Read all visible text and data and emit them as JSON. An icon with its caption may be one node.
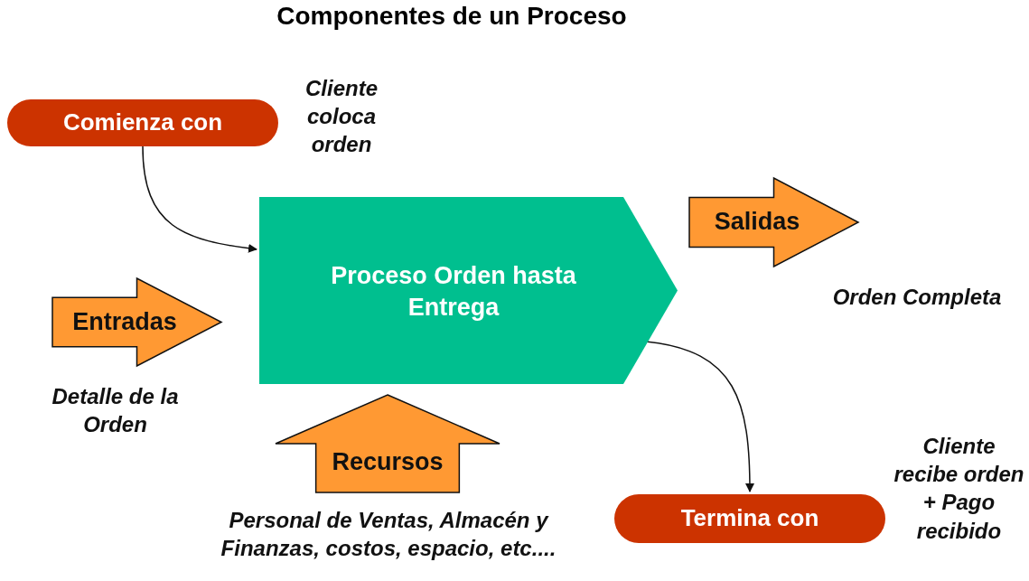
{
  "diagram": {
    "title": "Componentes de un Proceso",
    "nodes": [
      {
        "text": [
          "Comienza con"
        ],
        "beside": [
          "Cliente coloca orden"
        ]
      },
      {
        "text": [
          "Proceso Orden hasta Entrega"
        ]
      },
      {
        "text": [
          "Entradas"
        ],
        "beside": [
          "Detalle de la Orden"
        ]
      },
      {
        "text": [
          "Salidas"
        ],
        "beside": [
          "Orden Completa"
        ]
      },
      {
        "text": [
          "Recursos"
        ],
        "beside": [
          "Personal de Ventas, Almacén y Finanzas, costos, espacio, etc...."
        ]
      },
      {
        "text": [
          "Termina con"
        ],
        "beside": [
          "Cliente recibe orden + Pago recibido"
        ]
      }
    ],
    "edges": [
      {
        "from": 0,
        "to": 1,
        "arrow": "to"
      },
      {
        "from": 1,
        "to": 5,
        "arrow": "to"
      }
    ]
  }
}
